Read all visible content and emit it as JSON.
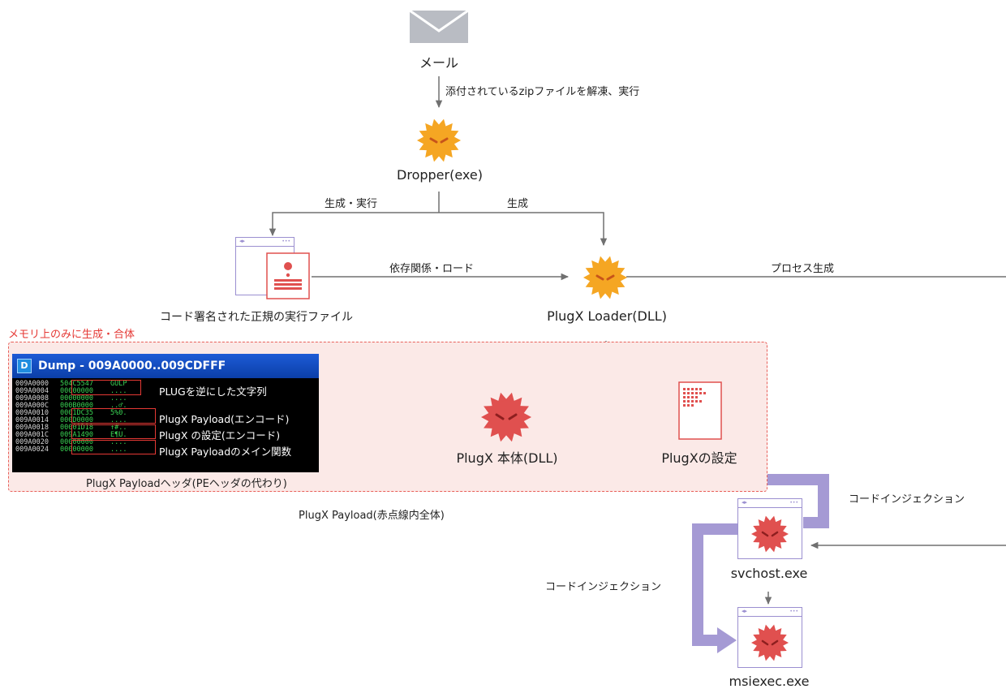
{
  "title_mail": "メール",
  "edge_labels": {
    "mail_to_dropper": "添付されているzipファイルを解凍、実行",
    "create_exec": "生成・実行",
    "create": "生成",
    "dependency_load": "依存関係・ロード",
    "process_create": "プロセス生成",
    "inject_svchost": "コードインジェクション",
    "inject_msiexec": "コードインジェクション"
  },
  "nodes": {
    "dropper": "Dropper(exe)",
    "signed_exe": "コード署名された正規の実行ファイル",
    "loader": "PlugX Loader(DLL)",
    "plugx_body": "PlugX 本体(DLL)",
    "plugx_config": "PlugXの設定",
    "svchost": "svchost.exe",
    "msiexec": "msiexec.exe"
  },
  "memory_region": {
    "title": "メモリ上のみに生成・合体",
    "payload_header_caption": "PlugX Payloadヘッダ(PEヘッダの代わり)",
    "payload_caption": "PlugX Payload(赤点線内全体)"
  },
  "dump": {
    "badge": "D",
    "title": "Dump - 009A0000..009CDFFF",
    "rows": [
      {
        "addr": "009A0000",
        "hex": "504C5547",
        "ascii": "GULP"
      },
      {
        "addr": "009A0004",
        "hex": "00000000",
        "ascii": "...."
      },
      {
        "addr": "009A0008",
        "hex": "00000000",
        "ascii": "...."
      },
      {
        "addr": "009A000C",
        "hex": "000B0000",
        "ascii": "..♂."
      },
      {
        "addr": "009A0010",
        "hex": "0001DC35",
        "ascii": "5%0."
      },
      {
        "addr": "009A0014",
        "hex": "000D0000",
        "ascii": "...."
      },
      {
        "addr": "009A0018",
        "hex": "00001D18",
        "ascii": "↑#.."
      },
      {
        "addr": "009A001C",
        "hex": "009A1490",
        "ascii": "E¶U."
      },
      {
        "addr": "009A0020",
        "hex": "00000000",
        "ascii": "...."
      },
      {
        "addr": "009A0024",
        "hex": "00000000",
        "ascii": "...."
      }
    ],
    "notes": [
      "PLUGを逆にした文字列",
      "PlugX Payload(エンコード)",
      "PlugX の設定(エンコード)",
      "PlugX Payloadのメイン関数"
    ]
  },
  "colors": {
    "edge": "#707070",
    "orange_malware": "#f5a623",
    "red_malware": "#e0504f",
    "inject_arrow": "#a59ad4",
    "window_border": "#9b8fd0",
    "memory_fill": "#fbe9e7",
    "memory_border": "#e8605a"
  },
  "icons": [
    "mail-icon",
    "orange-malware-icon",
    "red-malware-icon",
    "exe-window-icon",
    "document-icon"
  ]
}
